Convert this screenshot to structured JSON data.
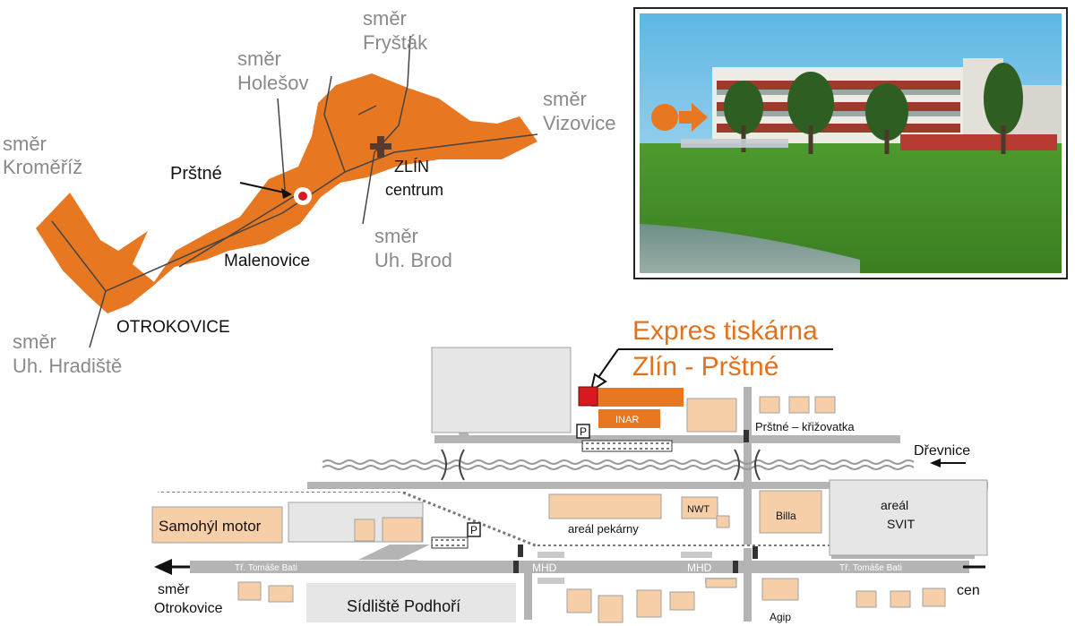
{
  "regional_map": {
    "directions": {
      "fryštak": [
        "směr",
        "Fryšták"
      ],
      "holesov": [
        "směr",
        "Holešov"
      ],
      "vizovice": [
        "směr",
        "Vizovice"
      ],
      "kromeriz": [
        "směr",
        "Kroměříž"
      ],
      "uh_brod": [
        "směr",
        "Uh. Brod"
      ],
      "uh_hradiste": [
        "směr",
        "Uh. Hradiště"
      ]
    },
    "places": {
      "prstne": "Prštné",
      "zlin": "ZLÍN",
      "zlin_sub": "centrum",
      "malenovice": "Malenovice",
      "otrokovice": "OTROKOVICE"
    }
  },
  "local_map": {
    "headline": [
      "Expres tiskárna",
      "Zlín - Prštné"
    ],
    "labels": {
      "inar": "INAR",
      "prstne_krizovatka": "Prštné – křižovatka",
      "drevnice": "Dřevnice",
      "areal_svit": [
        "areál",
        "SVIT"
      ],
      "billa": "Billa",
      "nwt": "NWT",
      "areal_pekarny": "areál pekárny",
      "samohyl": "Samohýl motor",
      "sidliste": "Sídliště Podhoří",
      "agip": "Agip",
      "trida_left": "Tř. Tomáše Bati",
      "trida_right": "Tř. Tomáše Bati",
      "mhd_left": "MHD",
      "mhd_right": "MHD",
      "otrokovice_dir": [
        "směr",
        "Otrokovice"
      ],
      "centrum_dir": "cen",
      "parking": "P"
    }
  },
  "colors": {
    "orange": "#e87722",
    "beige": "#f6cfa9",
    "road": "#b4b4b4",
    "red_marker": "#d71920",
    "headline": "#e2731e"
  }
}
